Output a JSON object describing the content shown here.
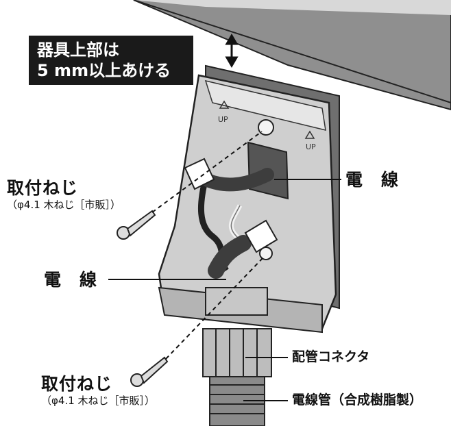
{
  "callout": {
    "line1": "器具上部は",
    "line2": "5 mm以上あける"
  },
  "labels": {
    "screw_top_title": "取付ねじ",
    "screw_top_spec": "（φ4.1 木ねじ［市販］）",
    "wire_right": "電　線",
    "wire_left": "電　線",
    "screw_bottom_title": "取付ねじ",
    "screw_bottom_spec": "（φ4.1 木ねじ［市販］）",
    "pipe_connector": "配管コネクタ",
    "conduit": "電線管（合成樹脂製）"
  },
  "markings": {
    "up_left": "UP",
    "up_right": "UP"
  },
  "colors": {
    "ceiling": "#9b9b9b",
    "box_body": "#c9c9c9",
    "box_dark": "#7a7a7a",
    "callout_bg": "#1a1a1a"
  }
}
